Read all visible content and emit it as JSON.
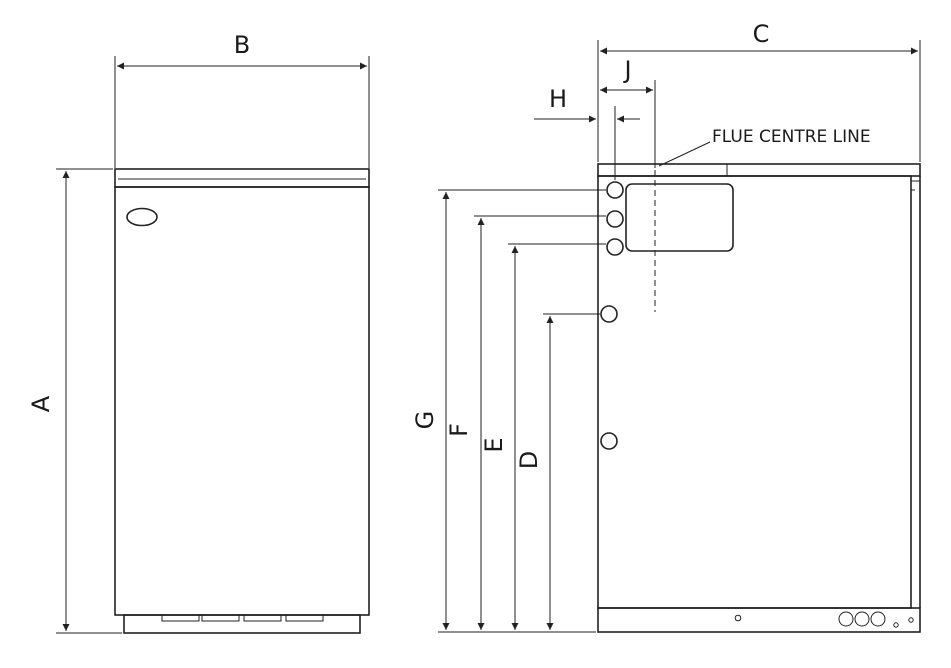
{
  "labels": {
    "A": "A",
    "B": "B",
    "C": "C",
    "D": "D",
    "E": "E",
    "F": "F",
    "G": "G",
    "H": "H",
    "J": "J"
  },
  "annotation": "FLUE CENTRE LINE",
  "colors": {
    "line": "#222222",
    "background": "#ffffff"
  }
}
